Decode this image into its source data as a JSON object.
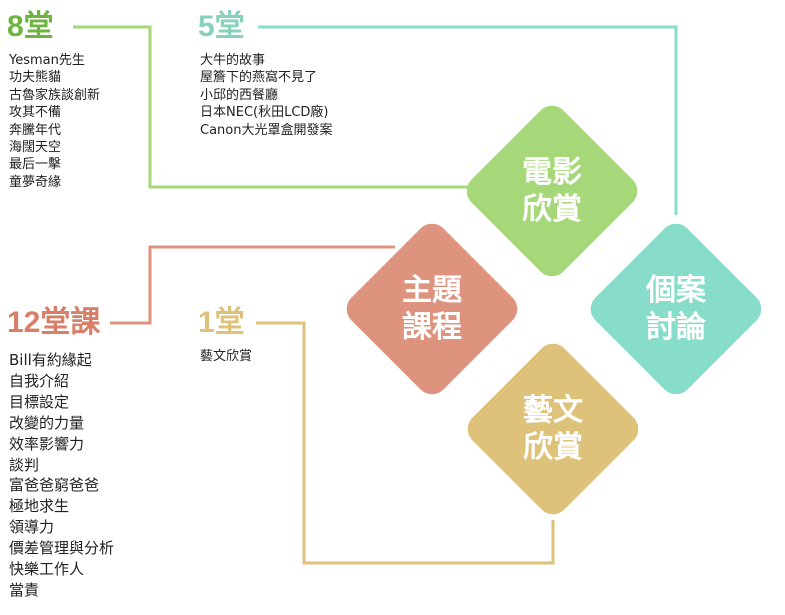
{
  "groups": {
    "film": {
      "count": "5堂",
      "title_line1": "電影",
      "title_line2": "欣賞",
      "color": "#a6d879",
      "items": [
        "大牛的故事",
        "屋簷下的燕窩不見了",
        "小邱的西餐廳",
        "日本NEC(秋田LCD廠)",
        "Canon大光罩盒開發案"
      ]
    },
    "case": {
      "count": "8堂",
      "title_line1": "個案",
      "title_line2": "討論",
      "color": "#88ddca",
      "count_color": "#6db53e",
      "items": [
        "Yesman先生",
        "功夫熊貓",
        "古魯家族談創新",
        "攻其不備",
        "奔騰年代",
        "海闊天空",
        "最后一擊",
        "童夢奇緣"
      ]
    },
    "topic": {
      "count": "12堂課",
      "title_line1": "主題",
      "title_line2": "課程",
      "color": "#dd937e",
      "count_color": "#d77f68",
      "items": [
        "Bill有約緣起",
        "自我介紹",
        "目標設定",
        "改變的力量",
        "效率影響力",
        "談判",
        "富爸爸窮爸爸",
        "極地求生",
        "領導力",
        "價差管理與分析",
        "快樂工作人",
        "當責"
      ]
    },
    "art": {
      "count": "1堂",
      "title_line1": "藝文",
      "title_line2": "欣賞",
      "color": "#dec27a",
      "items": [
        "藝文欣賞"
      ]
    }
  },
  "film_count_color": "#86d2bd"
}
